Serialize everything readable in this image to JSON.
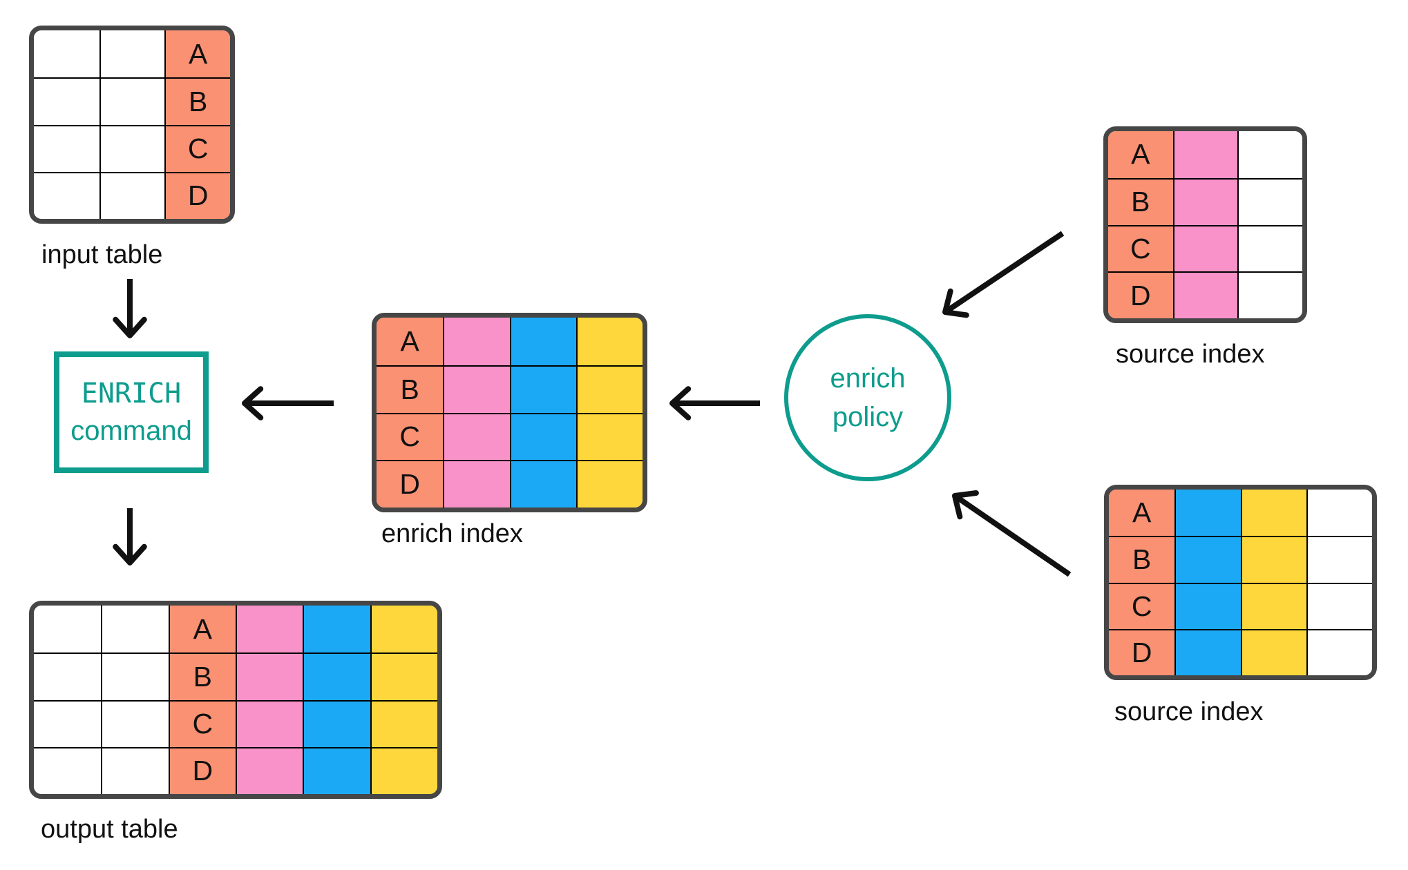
{
  "colors": {
    "salmon": "#FA9173",
    "pink": "#F892C9",
    "blue": "#1BA9F5",
    "yellow": "#FDD73B",
    "teal": "#0D9C8D",
    "white": "#FFFFFF",
    "table_border": "#464646",
    "grid_line": "#000000",
    "arrow": "#111111"
  },
  "nodes": {
    "enrich_command": {
      "line1": "ENRICH",
      "line2": "command"
    },
    "enrich_policy": {
      "line1": "enrich",
      "line2": "policy"
    }
  },
  "tables": {
    "input_table": {
      "label": "input table",
      "rows": 4,
      "columns": [
        {
          "fill": "white"
        },
        {
          "fill": "white"
        },
        {
          "fill": "salmon",
          "cell_labels": [
            "A",
            "B",
            "C",
            "D"
          ]
        }
      ]
    },
    "enrich_index": {
      "label": "enrich index",
      "rows": 4,
      "columns": [
        {
          "fill": "salmon",
          "cell_labels": [
            "A",
            "B",
            "C",
            "D"
          ]
        },
        {
          "fill": "pink"
        },
        {
          "fill": "blue"
        },
        {
          "fill": "yellow"
        }
      ]
    },
    "source_index_top": {
      "label": "source index",
      "rows": 4,
      "columns": [
        {
          "fill": "salmon",
          "cell_labels": [
            "A",
            "B",
            "C",
            "D"
          ]
        },
        {
          "fill": "pink"
        },
        {
          "fill": "white"
        }
      ]
    },
    "source_index_bottom": {
      "label": "source index",
      "rows": 4,
      "columns": [
        {
          "fill": "salmon",
          "cell_labels": [
            "A",
            "B",
            "C",
            "D"
          ]
        },
        {
          "fill": "blue"
        },
        {
          "fill": "yellow"
        },
        {
          "fill": "white"
        }
      ]
    },
    "output_table": {
      "label": "output table",
      "rows": 4,
      "columns": [
        {
          "fill": "white"
        },
        {
          "fill": "white"
        },
        {
          "fill": "salmon",
          "cell_labels": [
            "A",
            "B",
            "C",
            "D"
          ]
        },
        {
          "fill": "pink"
        },
        {
          "fill": "blue"
        },
        {
          "fill": "yellow"
        }
      ]
    }
  }
}
